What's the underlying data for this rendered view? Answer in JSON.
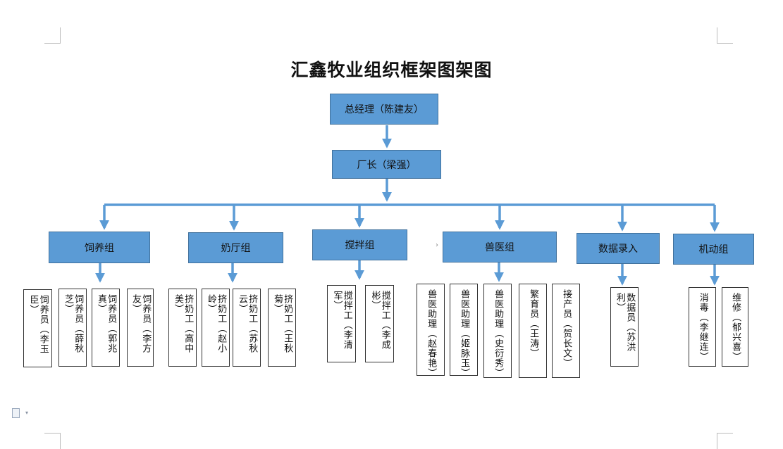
{
  "title": "汇鑫牧业组织框架图架图",
  "colors": {
    "node_fill": "#5b9bd5",
    "node_border": "#41719c",
    "connector": "#5b9bd5",
    "leaf_border": "#333333"
  },
  "top": {
    "gm": "总经理（陈建友）",
    "factory": "厂长（梁强）"
  },
  "groups": [
    {
      "name": "饲养组",
      "members": [
        "饲养员（李玉臣）",
        "饲养员（薛秋芝）",
        "饲养员（郭兆真）",
        "饲养员（李方友）"
      ]
    },
    {
      "name": "奶厅组",
      "members": [
        "挤奶工（高中美）",
        "挤奶工（赵小岭）",
        "挤奶工（苏秋云）",
        "挤奶工（王秋菊）"
      ]
    },
    {
      "name": "搅拌组",
      "members": [
        "搅拌工（李清军）",
        "搅拌工（李成彬）"
      ]
    },
    {
      "name": "兽医组",
      "members": [
        "兽医助理（赵春艳）",
        "兽医助理（姬脉玉）",
        "兽医助理（史衍秀）",
        "繁育员（王涛）",
        "接产员（贺长文）"
      ]
    },
    {
      "name": "数据录入",
      "members": [
        "数据员（苏洪利）"
      ]
    },
    {
      "name": "机动组",
      "members": [
        "消毒（李继连）",
        "维修（郁兴喜）"
      ]
    }
  ],
  "icons": {
    "doc": "document-icon",
    "caret": "dropdown-caret-icon",
    "bullet": "bullet-arrow-icon"
  },
  "glyphs": {
    "caret": "▾",
    "bullet": "›"
  }
}
